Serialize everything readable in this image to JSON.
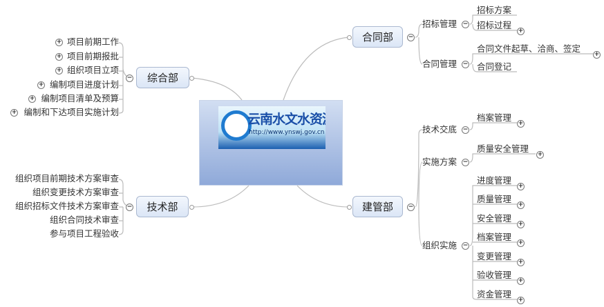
{
  "center": {
    "logo_title": "云南水文水资源",
    "logo_url": "http://www.ynswj.gov.cn"
  },
  "branches": {
    "zonghe": {
      "label": "综合部",
      "items": [
        "项目前期工作",
        "项目前期报批",
        "组织项目立项",
        "编制项目进度计划",
        "编制项目清单及预算",
        "编制和下达项目实施计划"
      ]
    },
    "jishu": {
      "label": "技术部",
      "items": [
        "组织项目前期技术方案审查",
        "组织变更技术方案审查",
        "组织招标文件技术方案审查",
        "组织合同技术审查",
        "参与项目工程验收"
      ]
    },
    "hetong": {
      "label": "合同部",
      "groups": [
        {
          "label": "招标管理",
          "items": [
            "招标方案",
            "招标过程"
          ]
        },
        {
          "label": "合同管理",
          "items": [
            "合同文件起草、洽商、签定",
            "合同登记"
          ]
        }
      ]
    },
    "jianguan": {
      "label": "建管部",
      "groups": [
        {
          "label": "技术交底",
          "items": [
            "档案管理"
          ]
        },
        {
          "label": "实施方案",
          "items": [
            "质量安全管理"
          ]
        },
        {
          "label": "组织实施",
          "items": [
            "进度管理",
            "质量管理",
            "安全管理",
            "档案管理",
            "变更管理",
            "验收管理",
            "资金管理"
          ]
        }
      ]
    }
  },
  "icons": {
    "expand": "+",
    "collapse": "−"
  }
}
